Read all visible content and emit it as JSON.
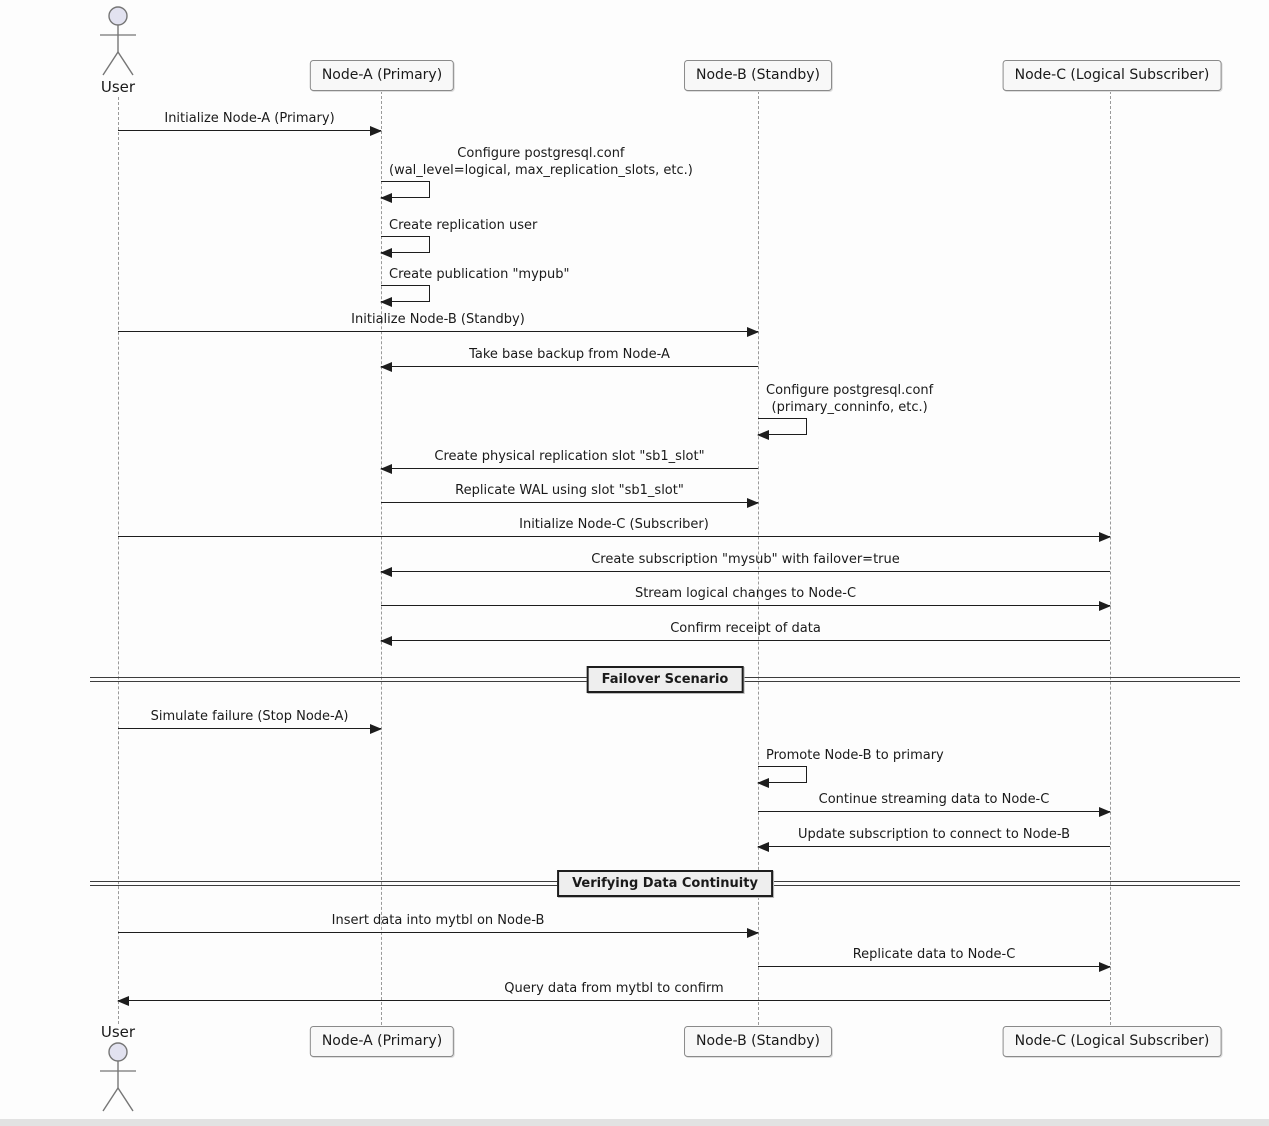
{
  "actor": {
    "label": "User"
  },
  "participants": [
    {
      "label": "Node-A (Primary)"
    },
    {
      "label": "Node-B (Standby)"
    },
    {
      "label": "Node-C (Logical Subscriber)"
    }
  ],
  "messages": [
    {
      "from": "User",
      "to": "Node-A (Primary)",
      "type": "solid-arrow",
      "label": "Initialize Node-A (Primary)"
    },
    {
      "from": "Node-A (Primary)",
      "to": "Node-A (Primary)",
      "type": "self",
      "lines": [
        "Configure postgresql.conf",
        "(wal_level=logical, max_replication_slots, etc.)"
      ]
    },
    {
      "from": "Node-A (Primary)",
      "to": "Node-A (Primary)",
      "type": "self",
      "label": "Create replication user"
    },
    {
      "from": "Node-A (Primary)",
      "to": "Node-A (Primary)",
      "type": "self",
      "label": "Create publication \"mypub\""
    },
    {
      "from": "User",
      "to": "Node-B (Standby)",
      "type": "solid-arrow",
      "label": "Initialize Node-B (Standby)"
    },
    {
      "from": "Node-B (Standby)",
      "to": "Node-A (Primary)",
      "type": "solid-arrow",
      "label": "Take base backup from Node-A"
    },
    {
      "from": "Node-B (Standby)",
      "to": "Node-B (Standby)",
      "type": "self",
      "lines": [
        "Configure postgresql.conf",
        "(primary_conninfo, etc.)"
      ]
    },
    {
      "from": "Node-B (Standby)",
      "to": "Node-A (Primary)",
      "type": "solid-arrow",
      "label": "Create physical replication slot \"sb1_slot\""
    },
    {
      "from": "Node-A (Primary)",
      "to": "Node-B (Standby)",
      "type": "solid-arrow",
      "label": "Replicate WAL using slot \"sb1_slot\""
    },
    {
      "from": "User",
      "to": "Node-C (Logical Subscriber)",
      "type": "solid-arrow",
      "label": "Initialize Node-C (Subscriber)"
    },
    {
      "from": "Node-C (Logical Subscriber)",
      "to": "Node-A (Primary)",
      "type": "solid-arrow",
      "label": "Create subscription \"mysub\" with failover=true"
    },
    {
      "from": "Node-A (Primary)",
      "to": "Node-C (Logical Subscriber)",
      "type": "solid-arrow",
      "label": "Stream logical changes to Node-C"
    },
    {
      "from": "Node-C (Logical Subscriber)",
      "to": "Node-A (Primary)",
      "type": "solid-arrow",
      "label": "Confirm receipt of data"
    },
    {
      "from": "User",
      "to": "Node-A (Primary)",
      "type": "solid-arrow",
      "label": "Simulate failure (Stop Node-A)"
    },
    {
      "from": "Node-B (Standby)",
      "to": "Node-B (Standby)",
      "type": "self",
      "label": "Promote Node-B to primary"
    },
    {
      "from": "Node-B (Standby)",
      "to": "Node-C (Logical Subscriber)",
      "type": "solid-arrow",
      "label": "Continue streaming data to Node-C"
    },
    {
      "from": "Node-C (Logical Subscriber)",
      "to": "Node-B (Standby)",
      "type": "solid-arrow",
      "label": "Update subscription to connect to Node-B"
    },
    {
      "from": "User",
      "to": "Node-B (Standby)",
      "type": "solid-arrow",
      "label": "Insert data into mytbl on Node-B"
    },
    {
      "from": "Node-B (Standby)",
      "to": "Node-C (Logical Subscriber)",
      "type": "solid-arrow",
      "label": "Replicate data to Node-C"
    },
    {
      "from": "Node-C (Logical Subscriber)",
      "to": "User",
      "type": "solid-arrow",
      "label": "Query data from mytbl to confirm"
    }
  ],
  "dividers": [
    {
      "label": "Failover Scenario"
    },
    {
      "label": "Verifying Data Continuity"
    }
  ],
  "colors": {
    "actor_head_fill": "#E2E2F0",
    "participant_fill": "#F8F8F8",
    "participant_border": "#8A8A8A",
    "lifeline": "#9A9A9A",
    "arrow": "#1D1D1D",
    "divider_box_fill": "#EEEEEE"
  }
}
